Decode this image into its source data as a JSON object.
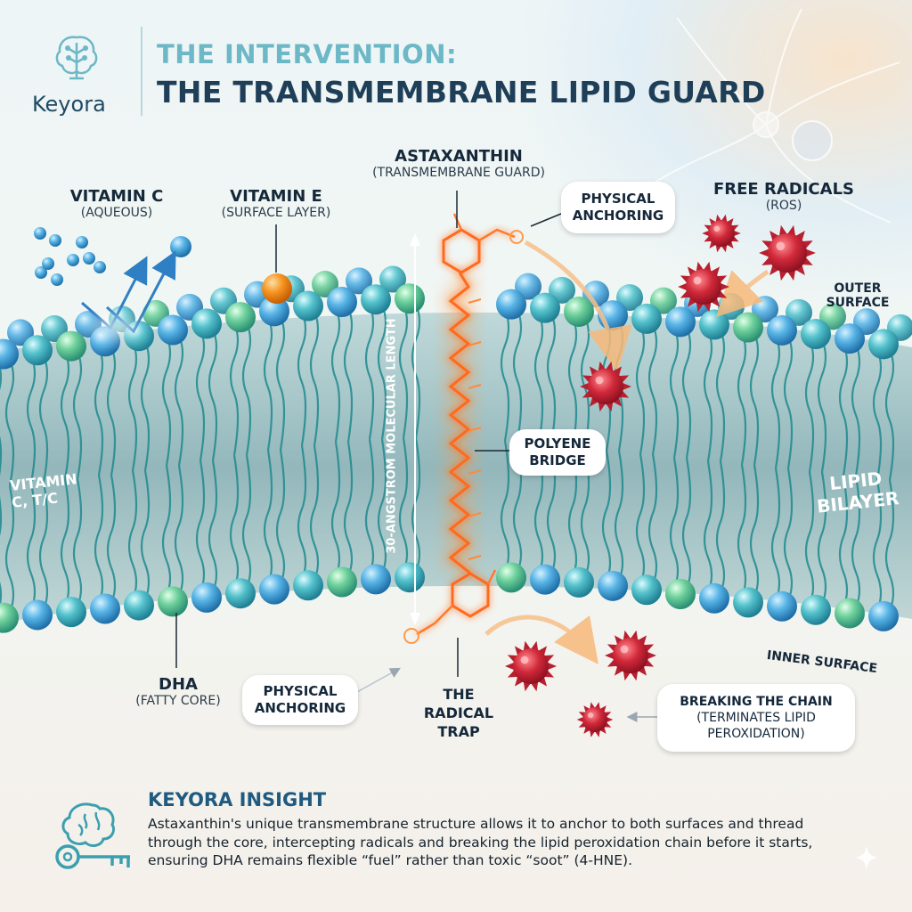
{
  "brand": {
    "name": "Keyora"
  },
  "header": {
    "title_line1": "THE INTERVENTION:",
    "title_line2": "THE TRANSMEMBRANE LIPID GUARD"
  },
  "labels": {
    "vitamin_c": {
      "name": "VITAMIN C",
      "sub": "(AQUEOUS)"
    },
    "vitamin_e": {
      "name": "VITAMIN E",
      "sub": "(SURFACE LAYER)"
    },
    "astaxanthin": {
      "name": "ASTAXANTHIN",
      "sub": "(TRANSMEMBRANE GUARD)"
    },
    "free_radicals": {
      "name": "FREE RADICALS",
      "sub": "(ROS)"
    },
    "outer_surface": {
      "line1": "OUTER",
      "line2": "SURFACE"
    },
    "inner_surface": "INNER SURFACE",
    "lipid_bilayer": {
      "line1": "LIPID",
      "line2": "BILAYER"
    },
    "vitamin_c_side": {
      "line1": "VITAMIN",
      "line2": "C, T/C"
    },
    "dha": {
      "name": "DHA",
      "sub": "(FATTY CORE)"
    },
    "radical_trap": {
      "line1": "THE",
      "line2": "RADICAL",
      "line3": "TRAP"
    },
    "molecular_length": "30-ANGSTROM MOLECULAR LENGTH"
  },
  "callouts": {
    "physical_anchoring_top": {
      "line1": "PHYSICAL",
      "line2": "ANCHORING"
    },
    "polyene_bridge": {
      "line1": "POLYENE",
      "line2": "BRIDGE"
    },
    "physical_anchoring_bottom": {
      "line1": "PHYSICAL",
      "line2": "ANCHORING"
    },
    "breaking_chain": {
      "line1": "BREAKING THE CHAIN",
      "line2": "(TERMINATES LIPID",
      "line3": "PEROXIDATION)"
    }
  },
  "insight": {
    "title": "KEYORA INSIGHT",
    "body": "Astaxanthin's unique transmembrane structure allows it to anchor to both surfaces and thread through the core, intercepting radicals and breaking the lipid peroxidation chain before it starts, ensuring DHA remains flexible “fuel” rather than toxic “soot” (4-HNE)."
  },
  "colors": {
    "title_accent": "#6cb8c6",
    "title_dark": "#1f3f58",
    "membrane_teal": "#2b8c8e",
    "head_blue": "#4aa8e0",
    "head_green": "#5fc48f",
    "astaxanthin_orange": "#ff7a2e",
    "radical_red": "#c92a3a",
    "vitamin_e_orange": "#f08a1c"
  },
  "icons": {
    "logo": "brain-tree-icon",
    "insight": "brain-key-icon",
    "sparkle": "sparkle-icon"
  }
}
